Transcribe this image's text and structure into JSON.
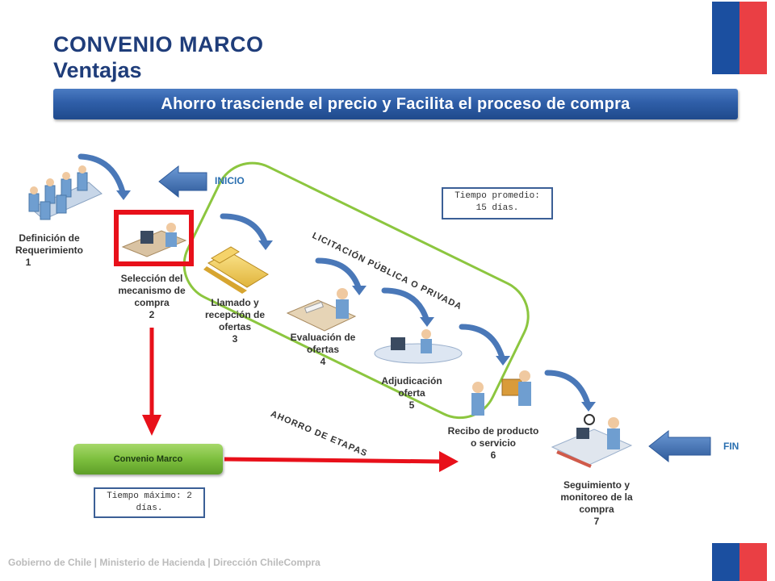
{
  "header": {
    "title": "CONVENIO MARCO",
    "subtitle": "Ventajas"
  },
  "banner": {
    "text": "Ahorro trasciende el precio y  Facilita el proceso de compra"
  },
  "labels": {
    "inicio": "INICIO",
    "fin": "FIN",
    "licitacion": "LICITACIÓN PÚBLICA O PRIVADA",
    "ahorro": "AHORRO DE ETAPAS"
  },
  "steps": [
    {
      "lines": [
        "Definición de",
        "Requerimiento"
      ],
      "num": "1"
    },
    {
      "lines": [
        "Selección del",
        "mecanismo de",
        "compra"
      ],
      "num": "2"
    },
    {
      "lines": [
        "Llamado y",
        "recepción de",
        "ofertas"
      ],
      "num": "3"
    },
    {
      "lines": [
        "Evaluación de",
        "ofertas"
      ],
      "num": "4"
    },
    {
      "lines": [
        "Adjudicación",
        "oferta"
      ],
      "num": "5"
    },
    {
      "lines": [
        "Recibo de producto",
        "o servicio"
      ],
      "num": "6"
    },
    {
      "lines": [
        "Seguimiento y",
        "monitoreo de la",
        "compra"
      ],
      "num": "7"
    }
  ],
  "boxes": {
    "promedio": [
      "Tiempo promedio:",
      "15 días."
    ],
    "maximo": [
      "Tiempo máximo: 2",
      "días."
    ]
  },
  "convenio_button": "Convenio Marco",
  "footer": "Gobierno de Chile | Ministerio de Hacienda | Dirección ChileCompra",
  "colors": {
    "title": "#1f3d7a",
    "banner": "#2f5ea8",
    "flag_blue": "#1b4fa0",
    "flag_red": "#ea3f44",
    "red_arrow": "#e8101a",
    "green_outline": "#8cc63f",
    "blue_arrow": "#4a78b8"
  }
}
